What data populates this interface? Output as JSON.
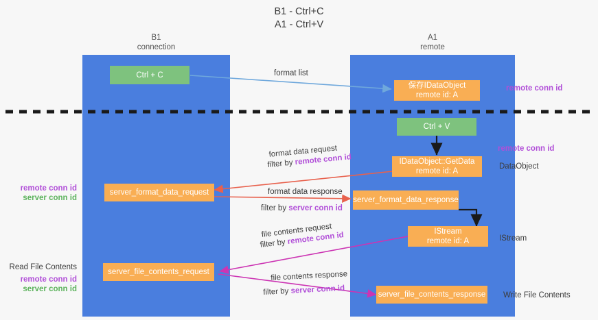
{
  "title": {
    "line1": "B1 - Ctrl+C",
    "line2": "A1 - Ctrl+V"
  },
  "columns": [
    {
      "name": "B1",
      "role": "connection"
    },
    {
      "name": "A1",
      "role": "remote"
    }
  ],
  "colors": {
    "lane": "#4a7ede",
    "green_node": "#7ec27e",
    "orange_node": "#f9ae54",
    "remote_conn_id": "#b14fd8",
    "server_conn_id": "#5db35d",
    "arrow_blue": "#6fa8dc",
    "arrow_red": "#e8614d",
    "arrow_magenta": "#cc34b3",
    "arrow_black": "#1a1a1a",
    "divider": "#1a1a1a"
  },
  "nodes": {
    "ctrl_c": {
      "label": "Ctrl + C"
    },
    "save_idataobject": {
      "line1": "保存IDataObject",
      "line2": "remote id: A"
    },
    "ctrl_v": {
      "label": "Ctrl + V"
    },
    "getdata": {
      "line1": "IDataObject::GetData",
      "line2": "remote id: A"
    },
    "format_request": {
      "label": "server_format_data_request"
    },
    "format_response": {
      "label": "server_format_data_response"
    },
    "istream": {
      "line1": "IStream",
      "line2": "remote id: A"
    },
    "file_request": {
      "label": "server_file_contents_request"
    },
    "file_response": {
      "label": "server_file_contents_response"
    }
  },
  "edge_labels": {
    "format_list": "format list",
    "format_data_request": "format data request",
    "format_data_response": "format data response",
    "file_contents_request": "file contents request",
    "file_contents_response": "file contents response",
    "filter_by": "filter by ",
    "remote_conn_id": "remote conn id",
    "server_conn_id": "server conn id"
  },
  "side_labels": {
    "right_remote_1": "remote conn id",
    "right_remote_2": "remote conn id",
    "dataobject": "DataObject",
    "istream": "IStream",
    "write_file_contents": "Write File Contents",
    "read_file_contents": "Read File Contents",
    "left_remote_conn_id": "remote conn id",
    "left_server_conn_id": "server conn id",
    "left2_remote_conn_id": "remote conn id",
    "left2_server_conn_id": "server conn id"
  }
}
